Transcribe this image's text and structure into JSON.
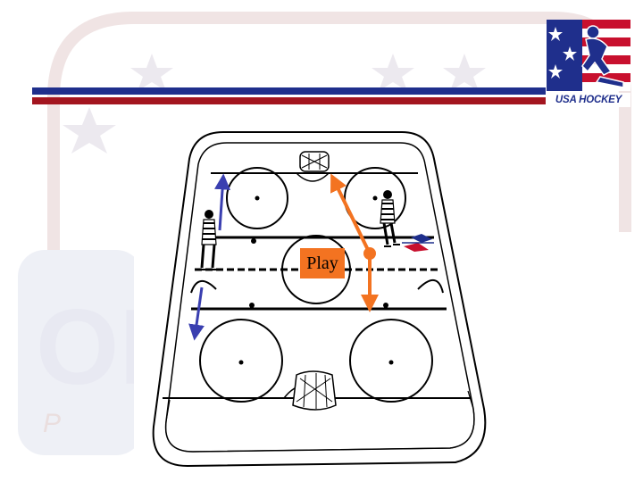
{
  "slide": {
    "background": "#ffffff"
  },
  "watermark": {
    "text_lines": [
      "OFF",
      "P R"
    ],
    "color": "#e7e7ee"
  },
  "header": {
    "stripe_colors": [
      "#1f2f8c",
      "#a3151f"
    ]
  },
  "logo": {
    "text": "USA HOCKEY",
    "colors": {
      "blue": "#1f2f8c",
      "red": "#c8102e",
      "white": "#ffffff"
    }
  },
  "diagram": {
    "label": "Play",
    "label_color": "#f37321",
    "arrow_colors": {
      "official_movement": "#3a3fb0",
      "play": "#f37321"
    },
    "icons": [
      "hockey-rink",
      "goal-net-icon",
      "referee-figure",
      "puck-icon"
    ]
  }
}
